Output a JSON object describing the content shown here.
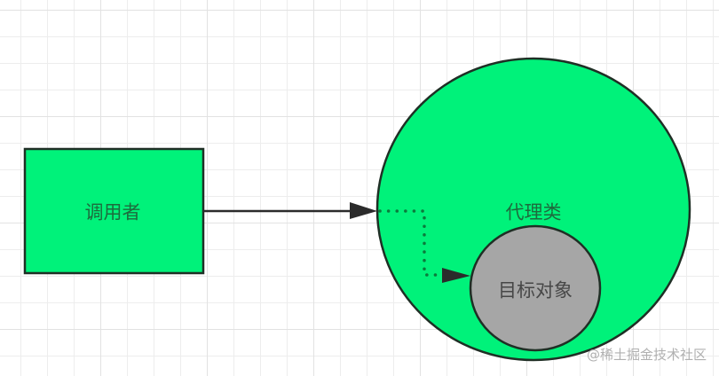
{
  "diagram": {
    "title": "",
    "nodes": [
      {
        "id": "caller",
        "label": "调用者",
        "shape": "rectangle",
        "fill": "#00f27a",
        "stroke": "#1f2f25"
      },
      {
        "id": "proxy",
        "label": "代理类",
        "shape": "circle",
        "fill": "#00f27a",
        "stroke": "#1f2f25"
      },
      {
        "id": "target",
        "label": "目标对象",
        "shape": "circle",
        "fill": "#a6a6a6",
        "stroke": "#1f2f25"
      }
    ],
    "edges": [
      {
        "from": "caller",
        "to": "proxy",
        "style": "solid",
        "color": "#2b2b2b"
      },
      {
        "from": "proxy",
        "to": "target",
        "style": "dotted",
        "color": "#0b7a3b"
      }
    ]
  },
  "watermark": "@稀土掘金技术社区"
}
